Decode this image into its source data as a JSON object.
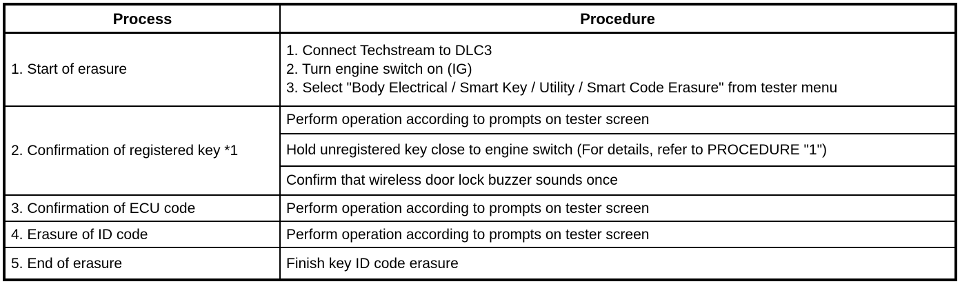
{
  "colors": {
    "border": "#000000",
    "background": "#ffffff",
    "text": "#000000"
  },
  "table": {
    "headers": [
      "Process",
      "Procedure"
    ],
    "rows": [
      {
        "process": "1. Start of erasure",
        "procedures": [
          "1. Connect Techstream to DLC3",
          "2. Turn engine switch on (IG)",
          "3. Select \"Body Electrical / Smart Key / Utility / Smart Code Erasure\" from tester menu"
        ]
      },
      {
        "process": "2. Confirmation of registered key *1",
        "procedures": [
          "Perform operation according to prompts on tester screen",
          "Hold unregistered key close to engine switch (For details, refer to PROCEDURE \"1\")",
          "Confirm that wireless door lock buzzer sounds once"
        ]
      },
      {
        "process": "3. Confirmation of ECU code",
        "procedures": [
          "Perform operation according to prompts on tester screen"
        ]
      },
      {
        "process": "4. Erasure of ID code",
        "procedures": [
          "Perform operation according to prompts on tester screen"
        ]
      },
      {
        "process": "5. End of erasure",
        "procedures": [
          "Finish key ID code erasure"
        ]
      }
    ]
  }
}
